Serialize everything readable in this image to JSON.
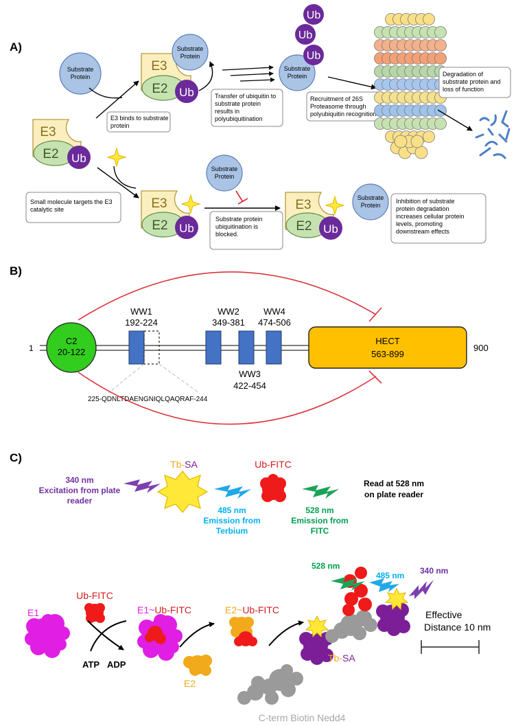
{
  "colors": {
    "substrate": "#aac4e6",
    "substrate_stroke": "#5b7db5",
    "e3_fill": "#fbefbf",
    "e3_stroke": "#b69a3e",
    "e3_text": "#8a6e1a",
    "e2_fill": "#c7e2b1",
    "e2_stroke": "#5c8f46",
    "ub_fill": "#6b2a9a",
    "proteasome": [
      "#f9e087",
      "#9fc3ea",
      "#c7e2b1",
      "#f4b18b",
      "#f3a076",
      "#b7d7a8",
      "#a7c6ee",
      "#f5e08d"
    ],
    "fragments": "#4a7fc4",
    "red_line": "#d9343a",
    "domain_blue": "#4472c4",
    "hect": "#ffc000",
    "c2": "#32cd1e",
    "magenta": "#e01ee4",
    "red_ball": "#ef1a1a",
    "orange": "#f2a91b",
    "purple": "#7b1e98",
    "gray": "#9a9a9a",
    "bolt_purple": "#7e3fae",
    "bolt_blue": "#22a8e8",
    "bolt_green": "#1ca35a",
    "star_yellow": "#ffe838",
    "star_stroke": "#e3b600",
    "excitation_text": "#7030a0",
    "emission_tb_text": "#00b0f0",
    "emission_fitc_text": "#00a050",
    "caption_gray": "#a6a6a6"
  },
  "panel_a": {
    "label": "A)",
    "ub": "Ub",
    "e3": "E3",
    "e2": "E2",
    "substrate": [
      "Substrate",
      "Protein"
    ],
    "captions": {
      "binds": [
        "E3 binds to substrate",
        "protein"
      ],
      "transfer": [
        "Transfer of ubiquitin to",
        "substrate protein",
        "results in",
        "polyubiquitination"
      ],
      "recruitment": [
        "Recruitment of 26S",
        "Proteasome through",
        "polyubiquitin recognition"
      ],
      "degradation": [
        "Degradation of",
        "substrate protein and",
        "loss of function"
      ],
      "small_molecule": [
        "Small molecule targets the E3",
        "catalytic site"
      ],
      "blocked": [
        "Substrate protein",
        "ubiquitination is",
        "blocked."
      ],
      "inhibition": [
        "Inhibition of substrate",
        "protein degradation",
        "increases cellular protein",
        "levels, promoting",
        "downstream effects"
      ]
    }
  },
  "panel_b": {
    "label": "B)",
    "start": "1",
    "end": "900",
    "c2": {
      "name": "C2",
      "range": "20-122"
    },
    "ww1": {
      "name": "WW1",
      "range": "192-224"
    },
    "ww2": {
      "name": "WW2",
      "range": "349-381"
    },
    "ww3": {
      "name": "WW3",
      "range": "422-454"
    },
    "ww4": {
      "name": "WW4",
      "range": "474-506"
    },
    "hect": {
      "name": "HECT",
      "range": "563-899"
    },
    "sequence": "225-QDNLTDAENGNIQLQAQRAF-244"
  },
  "panel_c": {
    "label": "C)",
    "tb_sa": {
      "tb": "Tb",
      "dash": "-",
      "sa": "SA"
    },
    "ub_fitc": "Ub-FITC",
    "excitation": [
      "340 nm",
      "Excitation from plate",
      "reader"
    ],
    "emission_tb": [
      "485 nm",
      "Emission from",
      "Terbium"
    ],
    "emission_fitc": [
      "528 nm",
      "Emission from",
      "FITC"
    ],
    "read": [
      "Read at 528 nm",
      "on plate reader"
    ],
    "e1": "E1",
    "e1_ub": {
      "e": "E1",
      "tilde": "~",
      "ub": "Ub-FITC"
    },
    "e2_ub": {
      "e": "E2",
      "tilde": "~",
      "ub": "Ub-FITC"
    },
    "atp": "ATP",
    "adp": "ADP",
    "e2": "E2",
    "nedd4": "C-term Biotin Nedd4",
    "nm528": "528 nm",
    "nm485": "485 nm",
    "nm340": "340 nm",
    "distance": [
      "Effective",
      "Distance 10 nm"
    ]
  }
}
